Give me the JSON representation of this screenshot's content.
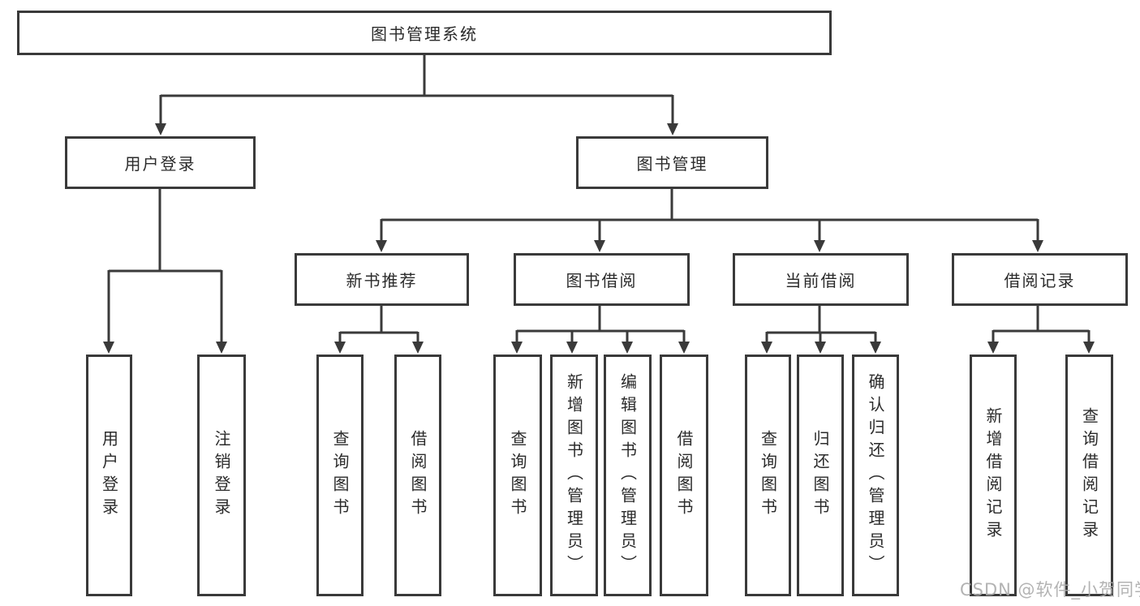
{
  "diagram": {
    "tree": {
      "label": "图书管理系统",
      "children": [
        {
          "label": "用户登录",
          "children": [
            {
              "label": "用户登录"
            },
            {
              "label": "注销登录"
            }
          ]
        },
        {
          "label": "图书管理",
          "children": [
            {
              "label": "新书推荐",
              "children": [
                {
                  "label": "查询图书"
                },
                {
                  "label": "借阅图书"
                }
              ]
            },
            {
              "label": "图书借阅",
              "children": [
                {
                  "label": "查询图书"
                },
                {
                  "label": "新增图书（管理员）"
                },
                {
                  "label": "编辑图书（管理员）"
                },
                {
                  "label": "借阅图书"
                }
              ]
            },
            {
              "label": "当前借阅",
              "children": [
                {
                  "label": "查询图书"
                },
                {
                  "label": "归还图书"
                },
                {
                  "label": "确认归还（管理员）"
                }
              ]
            },
            {
              "label": "借阅记录",
              "children": [
                {
                  "label": "新增借阅记录"
                },
                {
                  "label": "查询借阅记录"
                }
              ]
            }
          ]
        }
      ]
    },
    "colors": {
      "line": "#3a3a3a",
      "text": "#2b2b2b",
      "background": "#ffffff",
      "watermark": "#ababab"
    }
  },
  "watermark": {
    "text": "CSDN @软件_小贺同学"
  }
}
